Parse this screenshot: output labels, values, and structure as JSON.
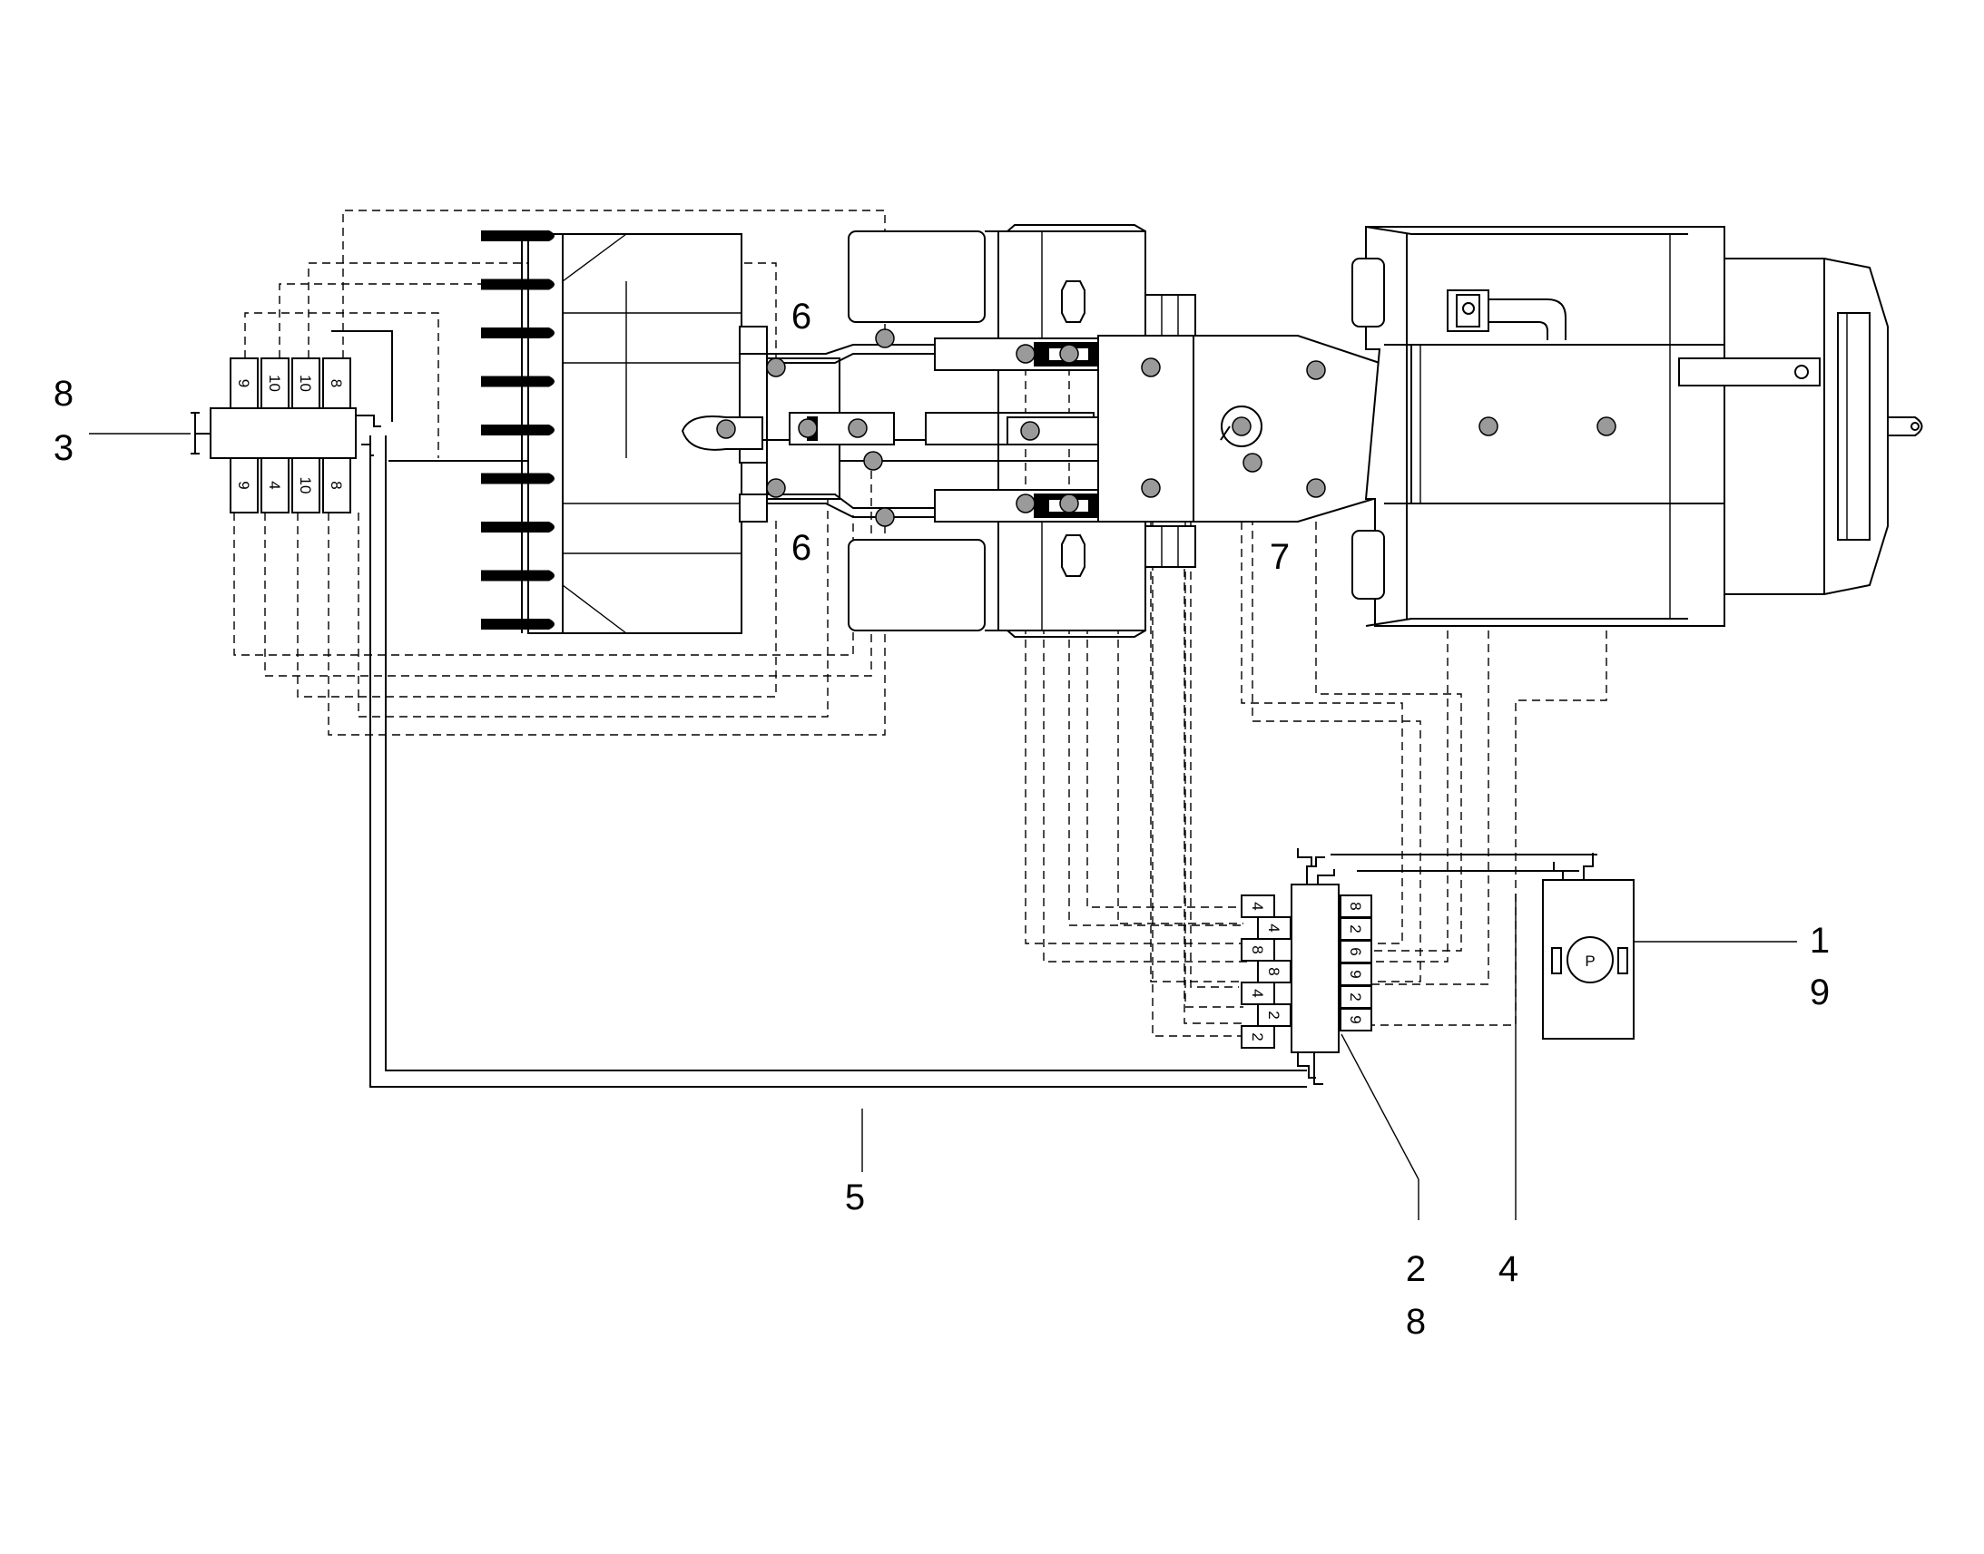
{
  "callouts": {
    "c8a": "8",
    "c3": "3",
    "c6a": "6",
    "c6b": "6",
    "c7": "7",
    "c1": "1",
    "c9": "9",
    "c5": "5",
    "c2": "2",
    "c8b": "8",
    "c4": "4"
  },
  "front_valve": {
    "top_ports": [
      "9",
      "10",
      "10",
      "8"
    ],
    "bottom_ports": [
      "9",
      "4",
      "10",
      "8"
    ]
  },
  "main_valve": {
    "left_ports": [
      "4",
      "4",
      "8",
      "8",
      "4",
      "2",
      "2"
    ],
    "right_ports": [
      "8",
      "2",
      "6",
      "9",
      "2",
      "9"
    ]
  },
  "pump": {
    "label": "P"
  },
  "colors": {
    "ink": "#000000",
    "port_fill": "#9a9a9a",
    "background": "#ffffff"
  }
}
